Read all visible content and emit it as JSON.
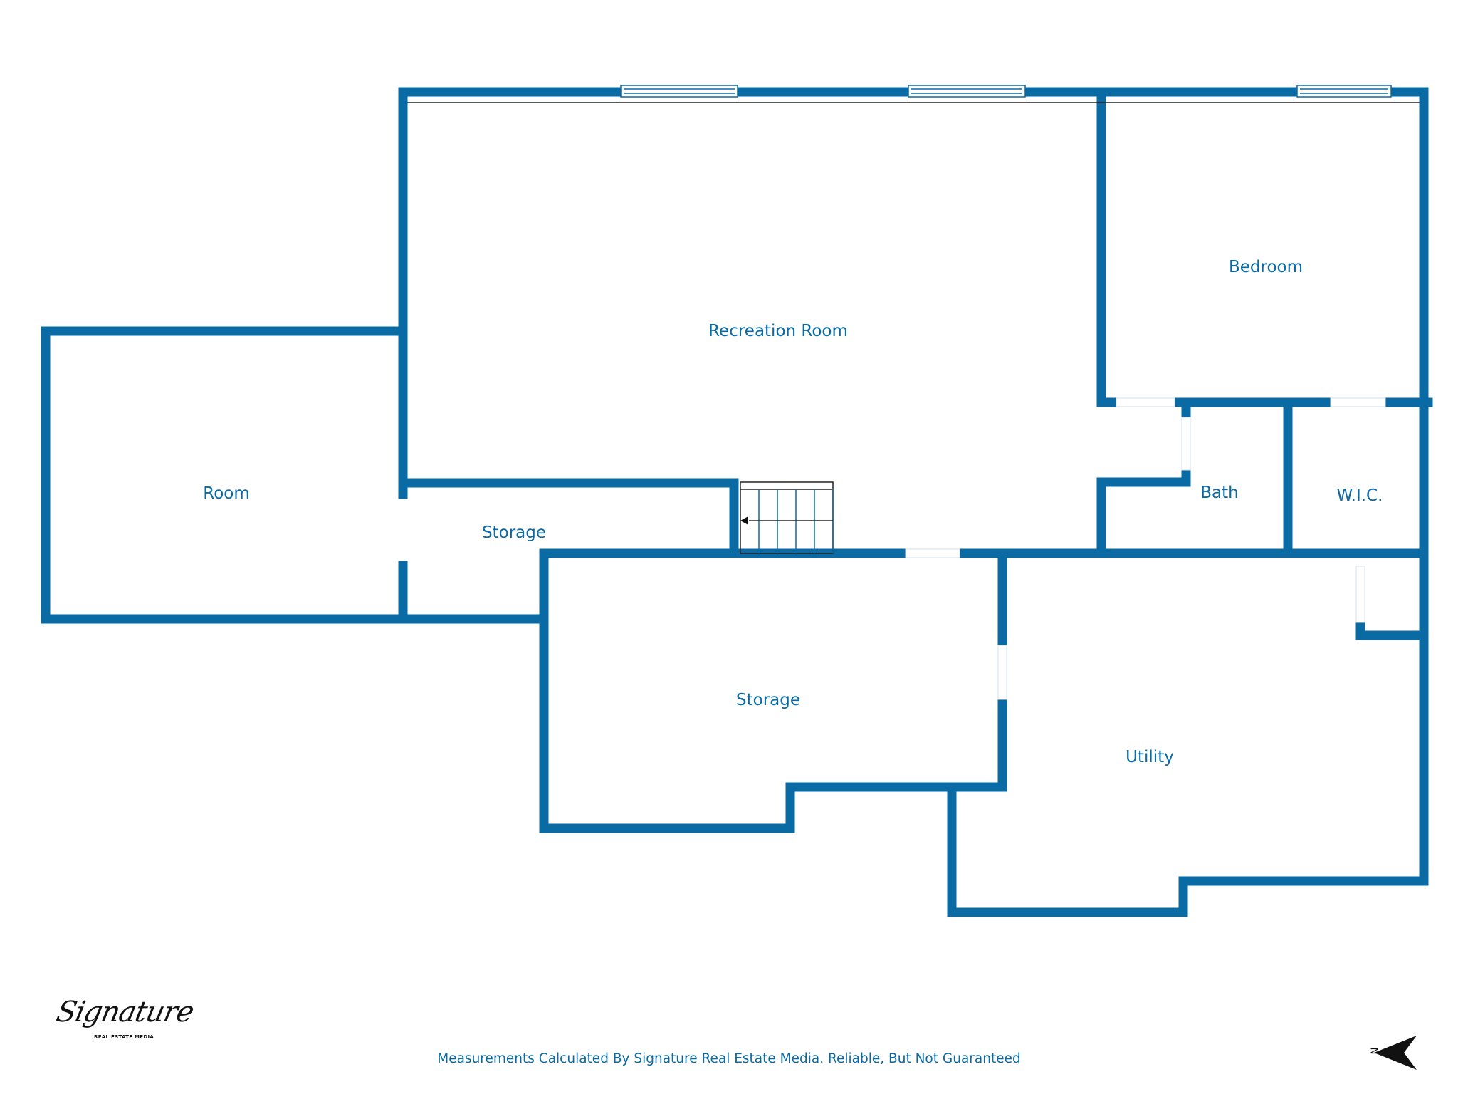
{
  "colors": {
    "wall": "#0a6aa4",
    "label": "#0a6aa4",
    "background": "#ffffff",
    "ink": "#111111"
  },
  "rooms": [
    {
      "id": "recreation-room",
      "label": "Recreation Room"
    },
    {
      "id": "bedroom",
      "label": "Bedroom"
    },
    {
      "id": "room",
      "label": "Room"
    },
    {
      "id": "storage-upper",
      "label": "Storage"
    },
    {
      "id": "storage-lower",
      "label": "Storage"
    },
    {
      "id": "bath",
      "label": "Bath"
    },
    {
      "id": "wic",
      "label": "W.I.C."
    },
    {
      "id": "utility",
      "label": "Utility"
    }
  ],
  "footer": {
    "note": "Measurements Calculated By Signature Real Estate Media. Reliable, But Not Guaranteed"
  },
  "logo": {
    "brand": "Signature",
    "sub": "REAL ESTATE MEDIA"
  },
  "compass": {
    "label": "N"
  }
}
